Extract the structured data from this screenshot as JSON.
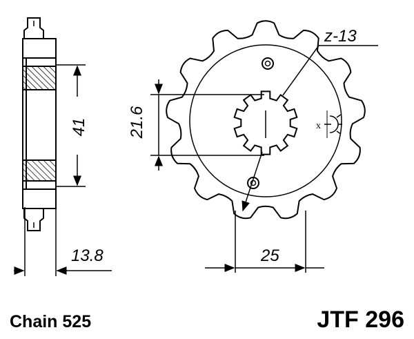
{
  "colors": {
    "ink": "#000000",
    "paper": "#ffffff"
  },
  "diagram": {
    "tooth_count": 13,
    "tooth_label": "z-13",
    "dims": {
      "hub_length": "41",
      "hub_width": "13.8",
      "spline_diameter": "21.6",
      "bolt_spacing": "25"
    },
    "symbol_text": "х"
  },
  "captions": {
    "chain": "Chain 525",
    "part_number": "JTF 296"
  }
}
